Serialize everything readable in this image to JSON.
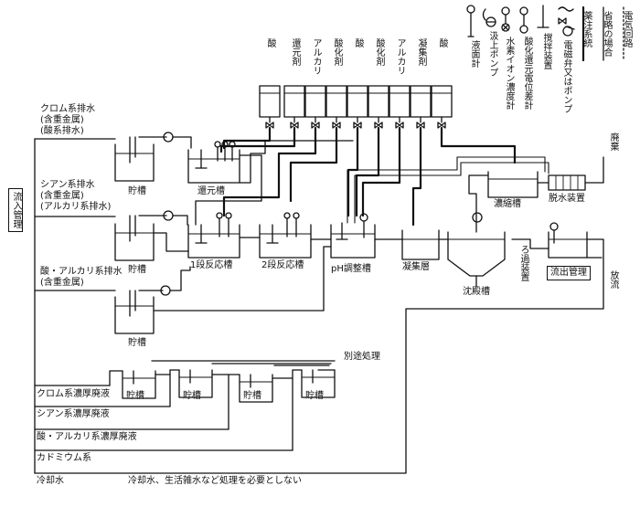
{
  "legend": {
    "electric": "電気回路",
    "omit": "省略の場合",
    "dosing": "薬注系統",
    "valve_pump": "電磁弁又はポンプ",
    "stirrer": "撹拌装置",
    "orp": "酸化還元電位差計",
    "ph": "水素イオン濃度計",
    "lift_pump": "汲上ポンプ",
    "level": "液面計"
  },
  "chemicals": [
    "酸",
    "還元剤",
    "アルカリ",
    "酸化剤",
    "酸",
    "酸化剤",
    "アルカリ",
    "凝集剤",
    "酸"
  ],
  "inflow_label": "流入管理",
  "streams": {
    "chrome": [
      "クロム系排水",
      "(含重金属)",
      "(酸系排水)"
    ],
    "cyan": [
      "シアン系排水",
      "(含重金属)",
      "(アルカリ系排水)"
    ],
    "acid_alkali": [
      "酸・アルカリ系排水",
      "(含重金属)"
    ]
  },
  "tanks": {
    "storage": "貯槽",
    "reduction": "還元槽",
    "reaction1": "1段反応槽",
    "reaction2": "2段反応槽",
    "ph_adjust": "pH調整槽",
    "coagulation": "凝集層",
    "sedimentation": "沈殿槽",
    "filter": "ろ過装置",
    "outflow": "流出管理",
    "discharge": "放流",
    "thickener": "濃縮槽",
    "dewater": "脱水装置",
    "waste": "廃棄"
  },
  "separate": "別途処理",
  "concentrated": {
    "chrome": "クロム系濃厚廃液",
    "cyan": "シアン系濃厚廃液",
    "acid_alkali": "酸・アルカリ系濃厚廃液",
    "cadmium": "カドミウム系",
    "cooling": "冷却水",
    "cooling_note": "冷却水、生活雑水など処理を必要としない"
  }
}
